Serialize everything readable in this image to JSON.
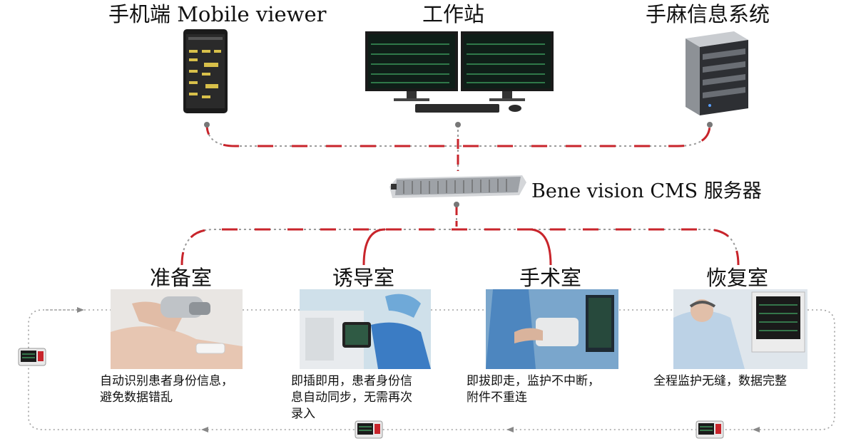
{
  "top_nodes": {
    "mobile": "手机端 Mobile viewer",
    "workstation": "工作站",
    "anesthesia_system": "手麻信息系统"
  },
  "server": {
    "label": "Bene vision CMS 服务器"
  },
  "rooms": [
    {
      "name": "准备室",
      "desc_lines": [
        "自动识别患者身份信息，",
        "避免数据错乱"
      ]
    },
    {
      "name": "诱导室",
      "desc_lines": [
        "即插即用，患者身份信",
        "息自动同步，无需再次",
        "录入"
      ]
    },
    {
      "name": "手术室",
      "desc_lines": [
        "即拔即走，监护不中断，",
        "附件不重连"
      ]
    },
    {
      "name": "恢复室",
      "desc_lines": [
        "全程监护无缝，数据完整"
      ]
    }
  ],
  "colors": {
    "dash_red": "#c8242b",
    "dot_gray": "#9a9a9a"
  },
  "icons": [
    "smartphone-icon",
    "workstation-monitors-icon",
    "server-tower-icon",
    "rack-server-icon",
    "patient-monitor-icon"
  ]
}
